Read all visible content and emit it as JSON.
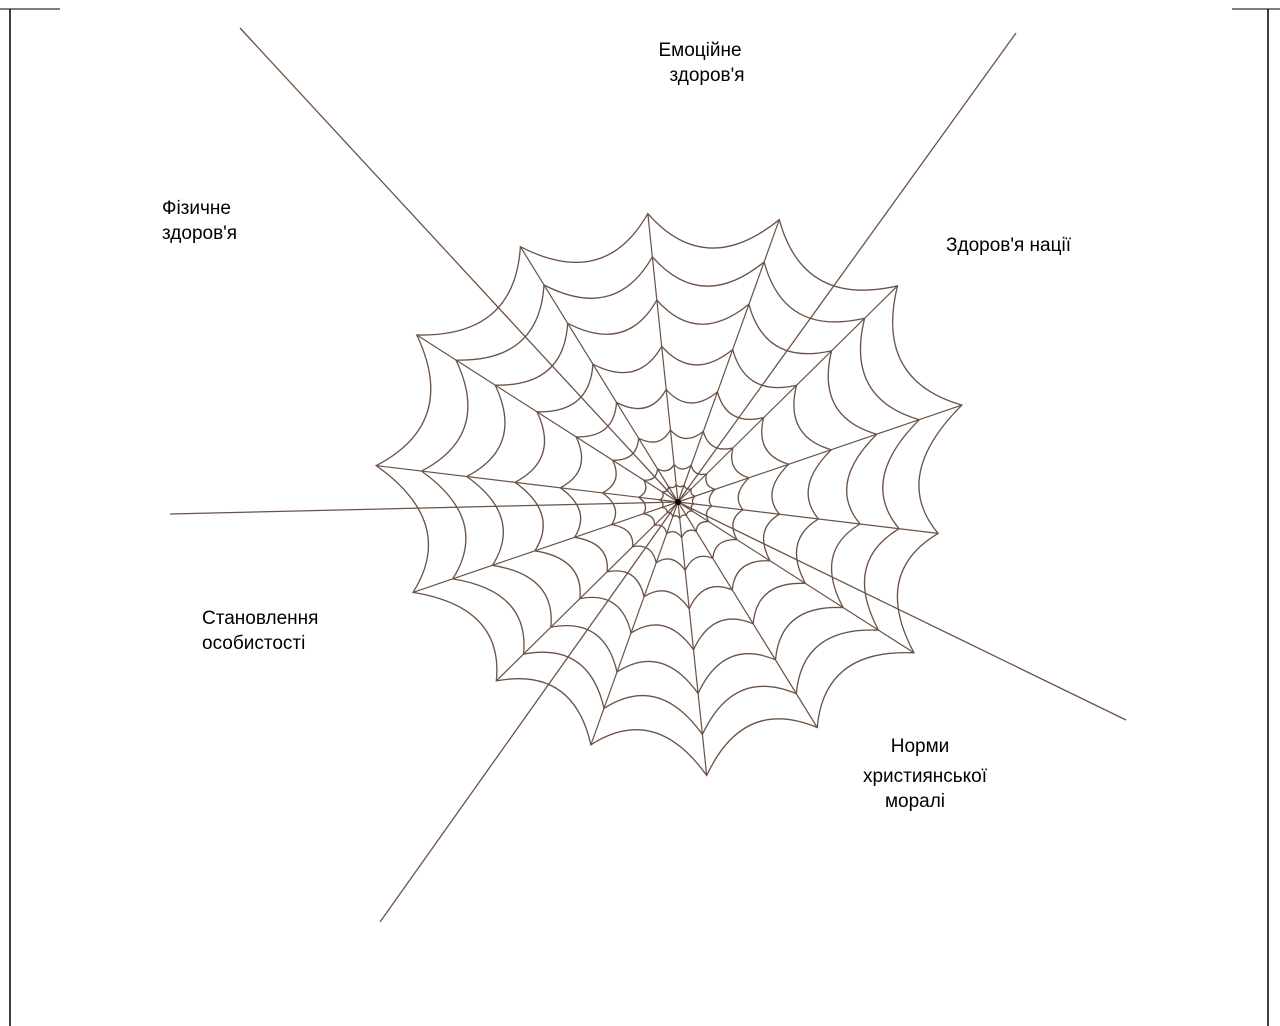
{
  "labels": {
    "emotional": [
      "Емоційне",
      "здоров'я"
    ],
    "physical": [
      "Фізичне",
      "здоров'я"
    ],
    "nation": [
      "Здоров'я нації"
    ],
    "personality": [
      "Становлення",
      "особистості"
    ],
    "christian": [
      "Норми",
      "християнської",
      "моралі"
    ]
  },
  "colors": {
    "web_line": "#6b5244",
    "frame_line": "#000000",
    "label_text": "#000000"
  }
}
